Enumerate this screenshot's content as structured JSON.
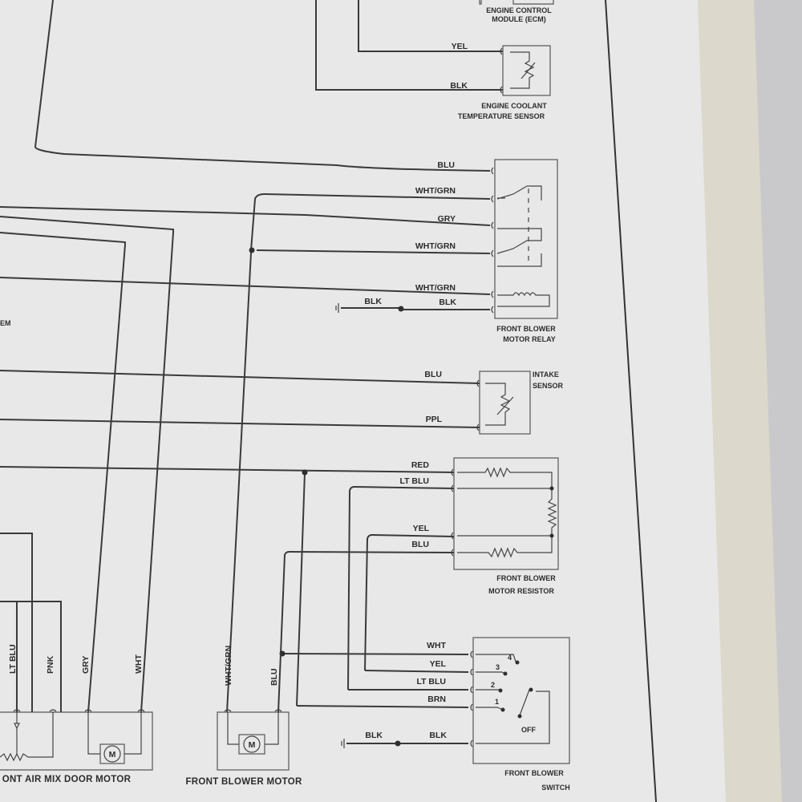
{
  "components": {
    "ecm": {
      "line1": "ENGINE CONTROL",
      "line2": "MODULE (ECM)"
    },
    "coolant_sensor": {
      "line1": "ENGINE COOLANT",
      "line2": "TEMPERATURE SENSOR"
    },
    "blower_relay": {
      "line1": "FRONT BLOWER",
      "line2": "MOTOR RELAY"
    },
    "intake_sensor": {
      "line1": "INTAKE",
      "line2": "SENSOR"
    },
    "blower_resistor": {
      "line1": "FRONT BLOWER",
      "line2": "MOTOR RESISTOR"
    },
    "blower_switch": {
      "line1": "FRONT BLOWER",
      "line2": "SWITCH",
      "off_label": "OFF",
      "positions": [
        "4",
        "3",
        "2",
        "1"
      ]
    },
    "blower_motor": {
      "name": "FRONT BLOWER MOTOR",
      "symbol": "M"
    },
    "air_mix_motor": {
      "name": "ONT AIR MIX DOOR MOTOR",
      "symbol": "M"
    },
    "left_fragment": "EM"
  },
  "wires": {
    "ecm_yel": "YEL",
    "ecm_blk": "BLK",
    "relay_blu": "BLU",
    "relay_whtgrn_1": "WHT/GRN",
    "relay_gry": "GRY",
    "relay_whtgrn_2": "WHT/GRN",
    "relay_whtgrn_3": "WHT/GRN",
    "relay_blk_in": "BLK",
    "relay_blk_gnd": "BLK",
    "intake_blu": "BLU",
    "intake_ppl": "PPL",
    "res_red": "RED",
    "res_ltblu": "LT BLU",
    "res_yel": "YEL",
    "res_blu": "BLU",
    "sw_wht": "WHT",
    "sw_yel": "YEL",
    "sw_ltblu": "LT BLU",
    "sw_brn": "BRN",
    "sw_blk_in": "BLK",
    "sw_blk_gnd": "BLK",
    "v_ltblu": "LT BLU",
    "v_pnk": "PNK",
    "v_gry": "GRY",
    "v_wht": "WHT",
    "v_whtgrn": "WHT/GRN",
    "v_blu": "BLU"
  }
}
